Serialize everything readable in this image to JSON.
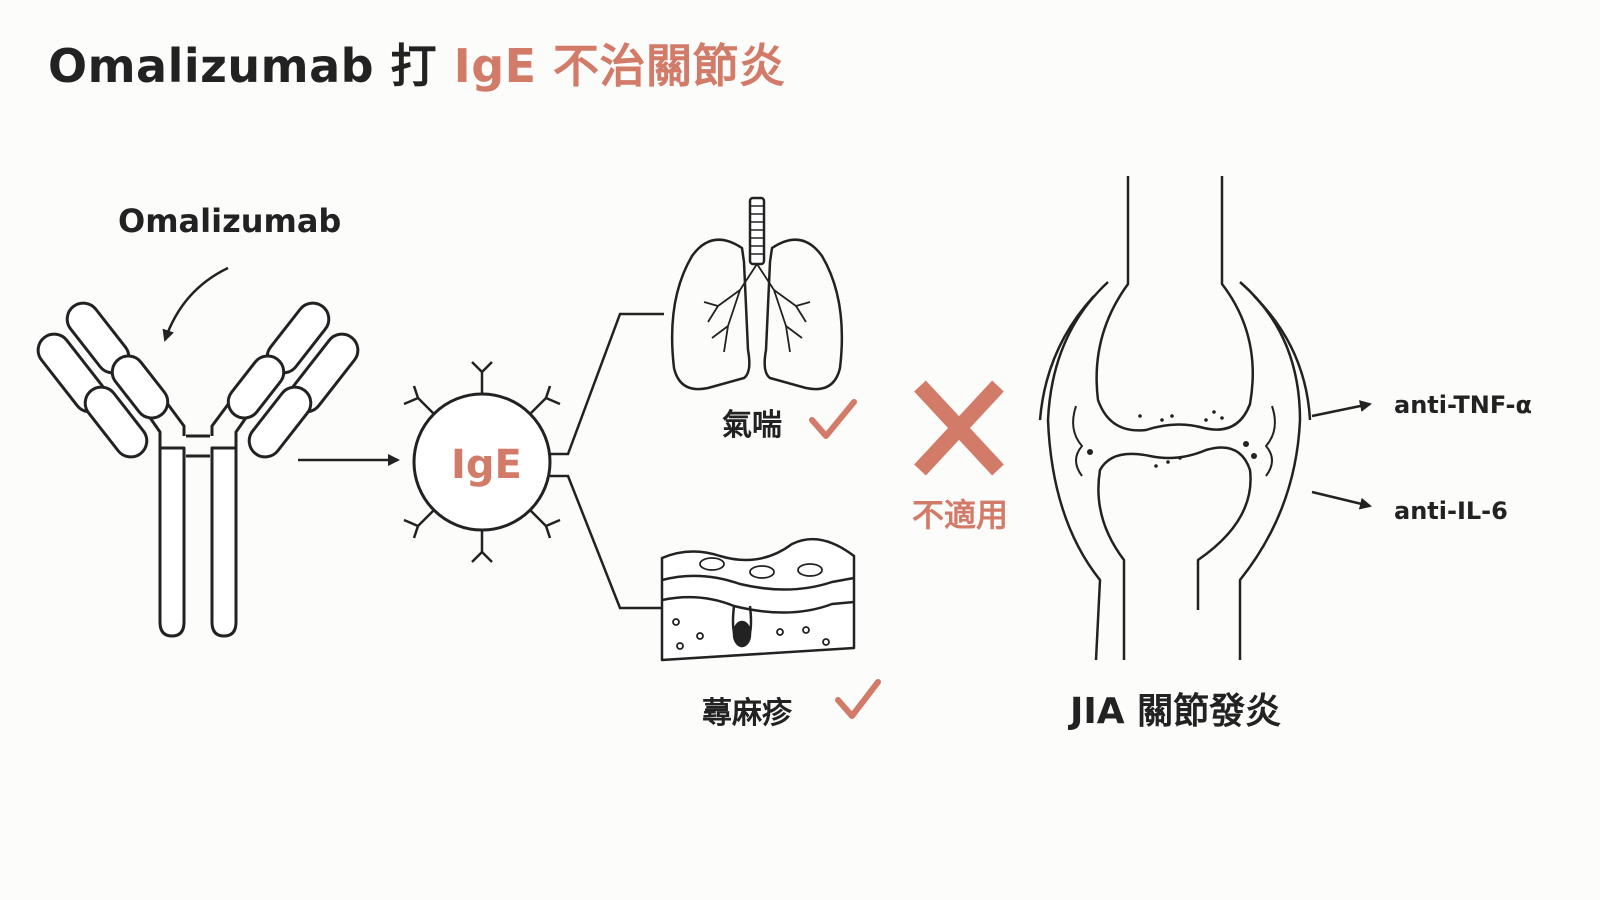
{
  "title": {
    "part1": "Omalizumab 打 ",
    "part2": "IgE 不治關節炎"
  },
  "antibody": {
    "label": "Omalizumab"
  },
  "target": {
    "label": "IgE"
  },
  "indications": [
    {
      "label": "氣喘",
      "status": "check"
    },
    {
      "label": "蕁麻疹",
      "status": "check"
    }
  ],
  "not_applicable": {
    "label": "不適用",
    "icon": "x-cross-icon"
  },
  "joint": {
    "label": "JIA 關節發炎"
  },
  "therapies": [
    "anti-TNF-α",
    "anti-IL-6"
  ],
  "colors": {
    "accent": "#d27b69",
    "ink": "#222222",
    "background": "#fcfcfb"
  }
}
